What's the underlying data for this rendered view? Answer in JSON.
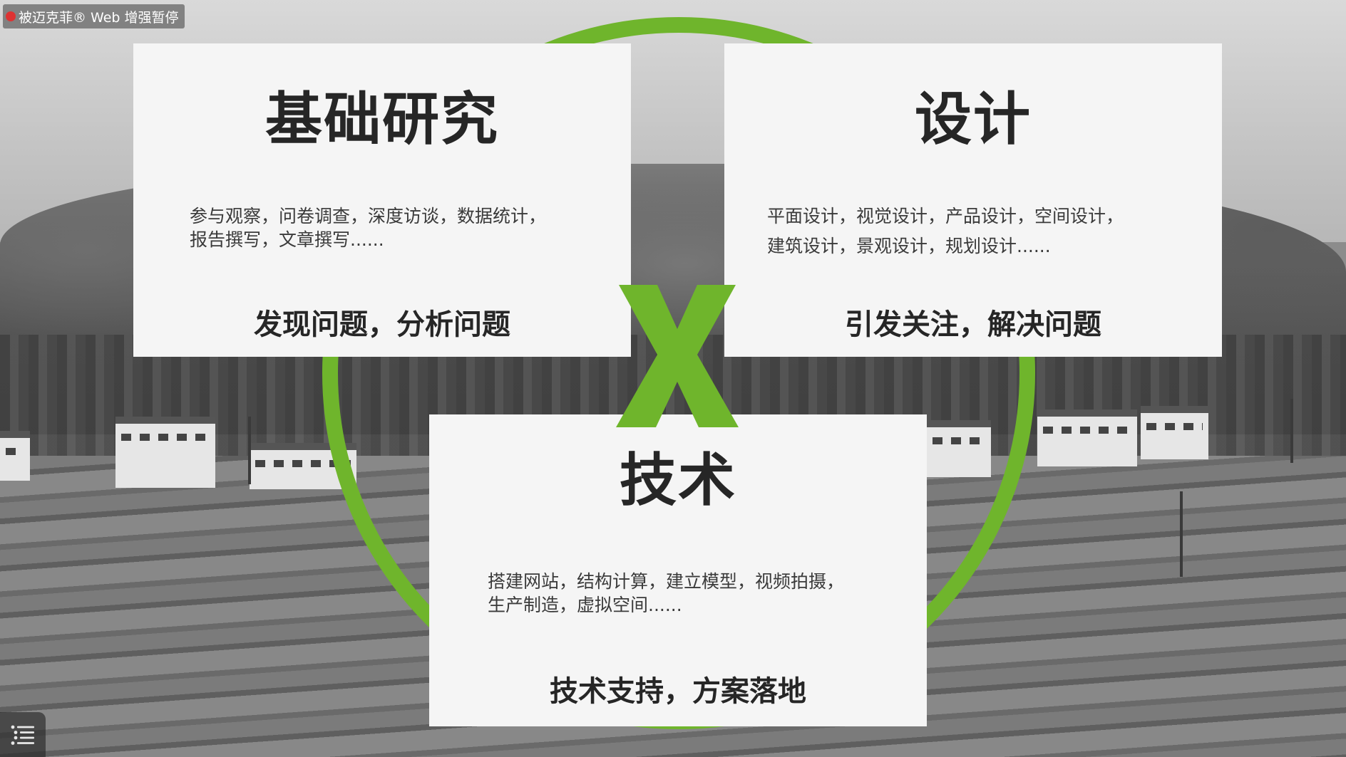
{
  "extension_notice": "被迈克菲® Web 增强暂停",
  "cards": {
    "research": {
      "title": "基础研究",
      "desc_line1": "参与观察，问卷调查，深度访谈，数据统计，",
      "desc_line2": "报告撰写，文章撰写......",
      "tagline": "发现问题，分析问题"
    },
    "design": {
      "title": "设计",
      "desc_line1": "平面设计，视觉设计，产品设计，空间设计，",
      "desc_line2": "建筑设计，景观设计，规划设计......",
      "tagline": "引发关注，解决问题"
    },
    "tech": {
      "title": "技术",
      "desc_line1": "搭建网站，结构计算，建立模型，视频拍摄，",
      "desc_line2": "生产制造，虚拟空间......",
      "tagline": "技术支持，方案落地"
    }
  },
  "center_symbol": "X",
  "colors": {
    "accent_green": "#6fb52c",
    "card_bg": "#f5f5f5",
    "title_text": "#262626"
  },
  "icons": {
    "menu": "list-menu-icon"
  }
}
